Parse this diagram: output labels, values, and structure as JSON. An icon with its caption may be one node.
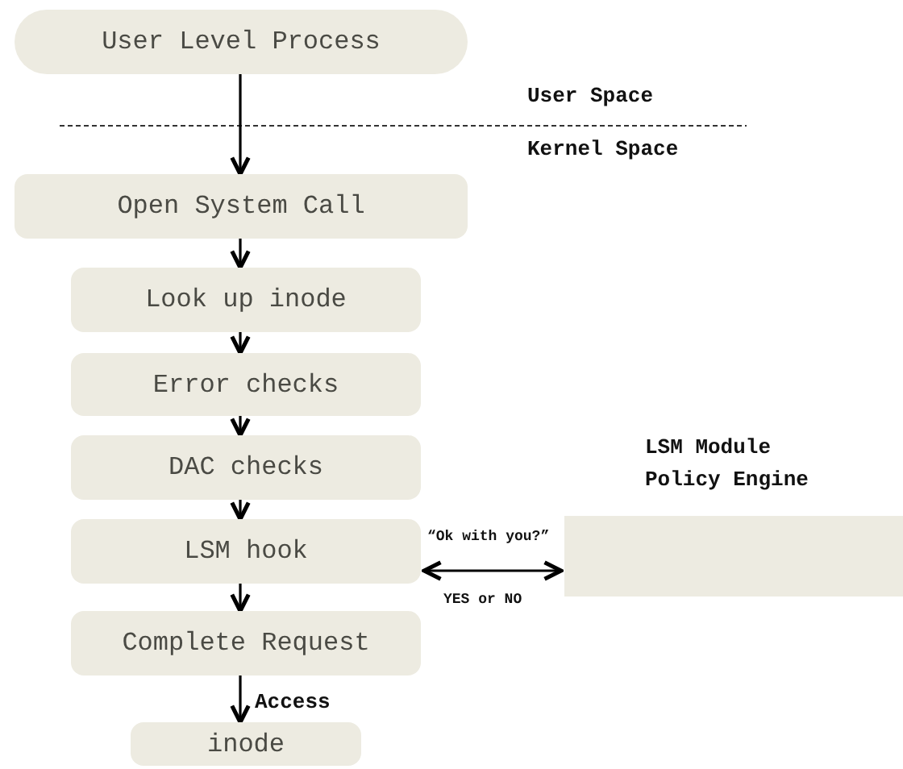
{
  "diagram": {
    "nodes": [
      {
        "text": [
          "User Level Process"
        ]
      },
      {
        "text": [
          "Open System Call"
        ]
      },
      {
        "text": [
          "Look up inode"
        ]
      },
      {
        "text": [
          "Error checks"
        ]
      },
      {
        "text": [
          "DAC checks"
        ]
      },
      {
        "text": [
          "LSM hook"
        ]
      },
      {
        "text": [
          "Complete Request"
        ]
      },
      {
        "text": [
          "inode"
        ]
      },
      {
        "text": [
          "LSM Module Policy Engine"
        ]
      }
    ],
    "edges": [
      {
        "from": 0,
        "to": 1,
        "arrow": "to"
      },
      {
        "from": 1,
        "to": 2,
        "arrow": "to"
      },
      {
        "from": 2,
        "to": 3,
        "arrow": "to"
      },
      {
        "from": 3,
        "to": 4,
        "arrow": "to"
      },
      {
        "from": 4,
        "to": 5,
        "arrow": "to"
      },
      {
        "from": 5,
        "to": 6,
        "arrow": "to"
      },
      {
        "from": 5,
        "to": 8,
        "arrow": "both",
        "label": "“Ok with you?”"
      },
      {
        "from": 6,
        "to": 7,
        "arrow": "to",
        "label": "Access"
      }
    ],
    "labels": [
      "User Space",
      "Kernel Space",
      "YES or NO"
    ]
  }
}
